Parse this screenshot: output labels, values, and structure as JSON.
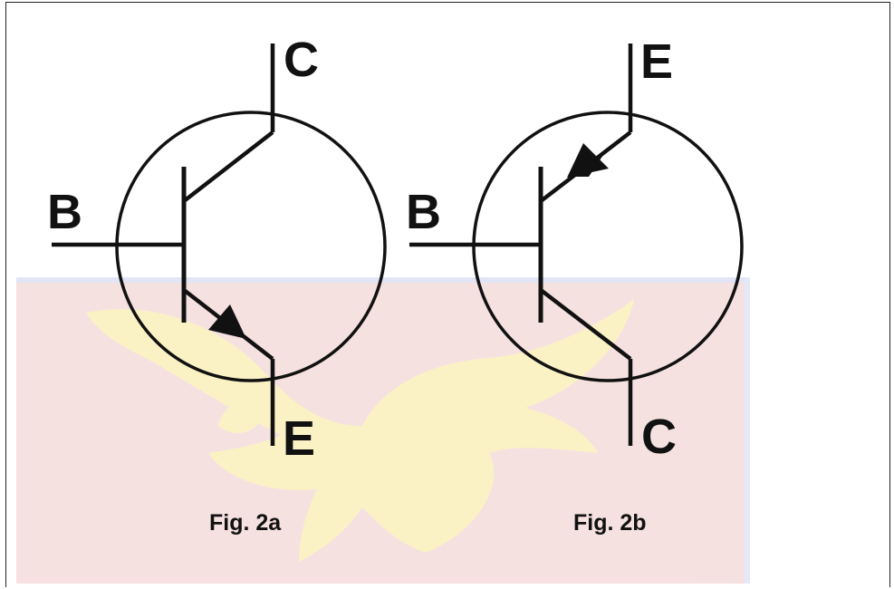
{
  "figures": [
    {
      "caption": "Fig. 2a",
      "terminals": {
        "collector": "C",
        "base": "B",
        "emitter": "E"
      }
    },
    {
      "caption": "Fig. 2b",
      "terminals": {
        "emitter": "E",
        "base": "B",
        "collector": "C"
      }
    }
  ],
  "colors": {
    "line": "#111111",
    "watermark_band": "#f6dede",
    "watermark_band_edge": "#d8def4",
    "watermark_emblem": "#faf1bf"
  }
}
